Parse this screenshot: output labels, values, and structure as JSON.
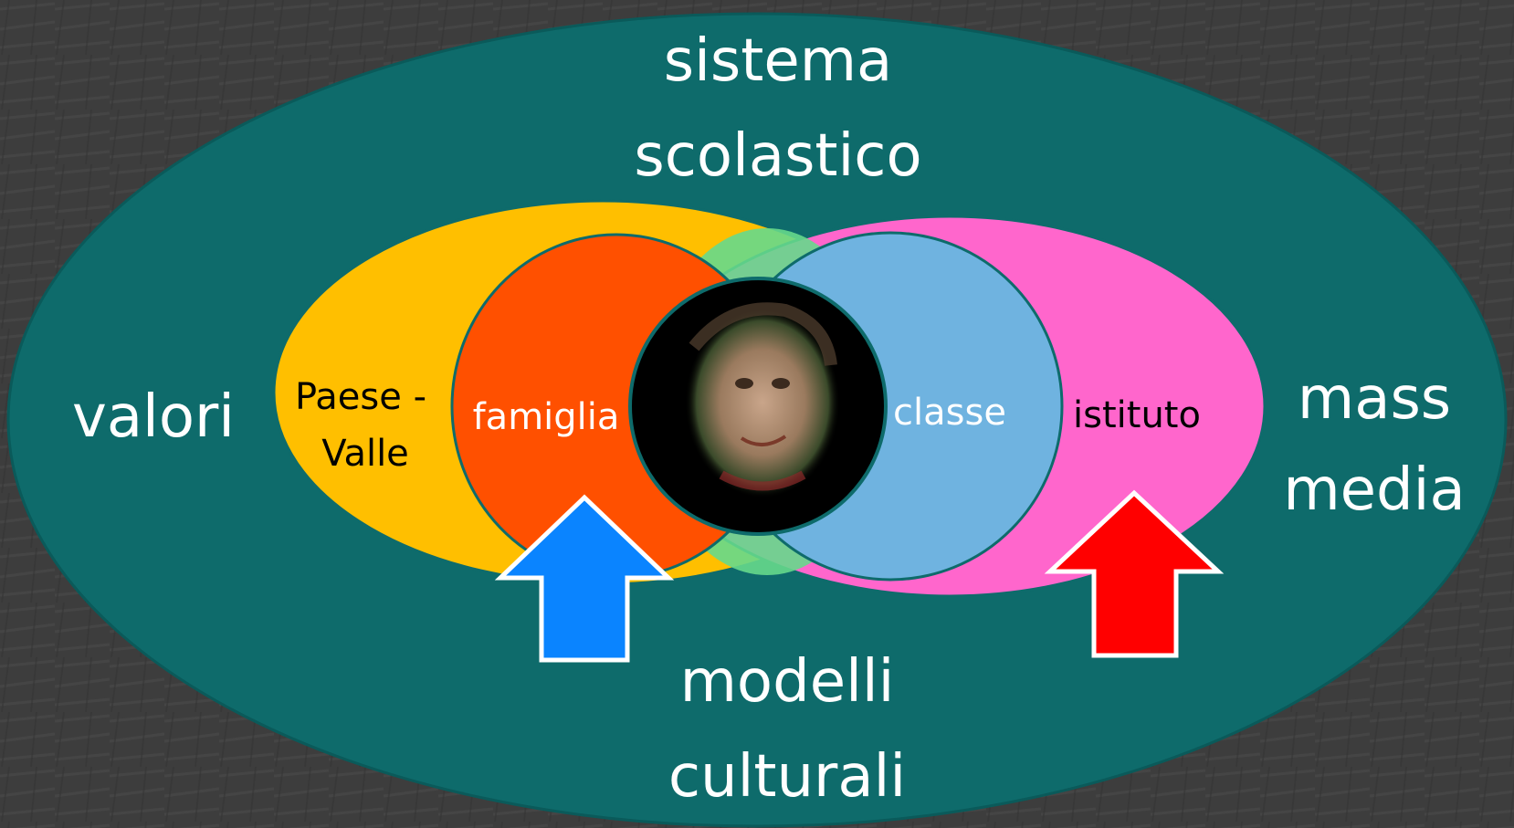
{
  "outer": {
    "top_line1": "sistema",
    "top_line2": "scolastico",
    "left": "valori",
    "right_line1": "mass",
    "right_line2": "media",
    "bottom_line1": "modelli",
    "bottom_line2": "culturali",
    "color": "#0e6b6b"
  },
  "circles": {
    "paese_line1": "Paese -",
    "paese_line2": "Valle",
    "famiglia": "famiglia",
    "classe": "classe",
    "istituto": "istituto"
  },
  "colors": {
    "background": "#3e3e3e",
    "paese": "#ffbf00",
    "famiglia": "#ff5000",
    "classe": "#6fb3e0",
    "istituto": "#ff66cc",
    "overlap": "#66d98c",
    "arrow_left": "#0a84ff",
    "arrow_right": "#ff0000"
  }
}
